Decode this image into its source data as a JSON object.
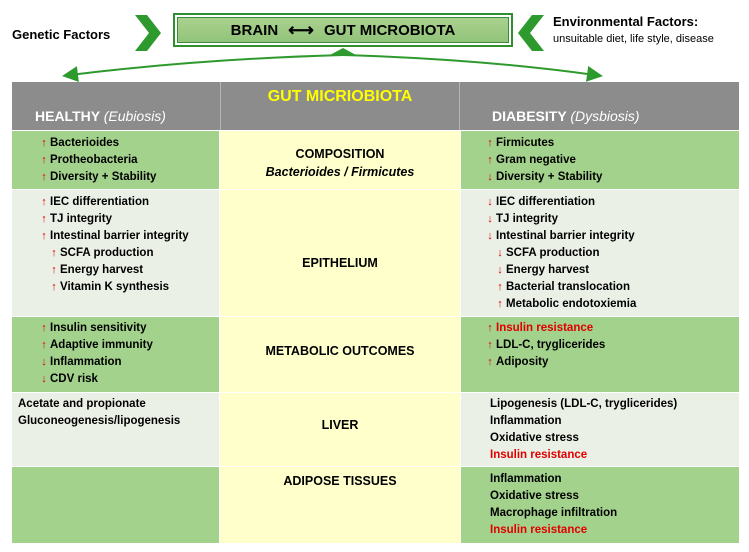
{
  "header": {
    "genetic": "Genetic Factors",
    "environmental_title": "Environmental Factors:",
    "environmental_sub": "unsuitable diet, life style, disease",
    "brain": "BRAIN",
    "gut": "GUT MICROBIOTA",
    "link_symbol": "⟷"
  },
  "table": {
    "title": "GUT MICRIOBIOTA",
    "healthy_label": "HEALTHY",
    "healthy_sub": "(Eubiosis)",
    "diabesity_label": "DIABESITY",
    "diabesity_sub": "(Dysbiosis)",
    "rows": [
      {
        "name": "COMPOSITION",
        "subtitle": "Bacterioides / Firmicutes",
        "healthy": [
          {
            "dir": "up",
            "text": "Bacterioides"
          },
          {
            "dir": "up",
            "text": "Protheobacteria"
          },
          {
            "dir": "up",
            "text": "Diversity + Stability"
          }
        ],
        "diabesity": [
          {
            "dir": "up",
            "text": "Firmicutes"
          },
          {
            "dir": "up",
            "text": "Gram negative"
          },
          {
            "dir": "down",
            "text": "Diversity + Stability"
          }
        ]
      },
      {
        "name": "EPITHELIUM",
        "healthy": [
          {
            "dir": "up",
            "text": "IEC differentiation"
          },
          {
            "dir": "up",
            "text": "TJ integrity"
          },
          {
            "dir": "up",
            "text": "Intestinal barrier integrity"
          },
          {
            "dir": "up",
            "text": "SCFA production"
          },
          {
            "dir": "up",
            "text": "Energy harvest"
          },
          {
            "dir": "up",
            "text": "Vitamin K synthesis"
          }
        ],
        "diabesity": [
          {
            "dir": "down",
            "text": "IEC differentiation"
          },
          {
            "dir": "down",
            "text": "TJ integrity"
          },
          {
            "dir": "down",
            "text": "Intestinal barrier integrity"
          },
          {
            "dir": "down",
            "text": "SCFA production"
          },
          {
            "dir": "down",
            "text": "Energy harvest"
          },
          {
            "dir": "up",
            "text": "Bacterial translocation"
          },
          {
            "dir": "up",
            "text": "Metabolic endotoxiemia"
          }
        ]
      },
      {
        "name": "METABOLIC OUTCOMES",
        "healthy": [
          {
            "dir": "up",
            "text": "Insulin sensitivity"
          },
          {
            "dir": "up",
            "text": "Adaptive immunity"
          },
          {
            "dir": "down",
            "text": "Inflammation"
          },
          {
            "dir": "down",
            "text": "CDV risk"
          }
        ],
        "diabesity": [
          {
            "dir": "up",
            "text": "Insulin resistance",
            "red": true
          },
          {
            "dir": "up",
            "text": "LDL-C, tryglicerides"
          },
          {
            "dir": "up",
            "text": "Adiposity"
          }
        ]
      },
      {
        "name": "LIVER",
        "healthy": [
          {
            "text": "Acetate and propionate"
          },
          {
            "text": "Gluconeogenesis/lipogenesis"
          }
        ],
        "diabesity": [
          {
            "text": "Lipogenesis (LDL-C, tryglicerides)"
          },
          {
            "text": "Inflammation"
          },
          {
            "text": "Oxidative stress"
          },
          {
            "text": "Insulin resistance",
            "red": true
          }
        ]
      },
      {
        "name": "ADIPOSE TISSUES",
        "healthy": [],
        "diabesity": [
          {
            "text": "Inflammation"
          },
          {
            "text": "Oxidative stress"
          },
          {
            "text": "Macrophage infiltration"
          },
          {
            "text": "Insulin resistance",
            "red": true
          }
        ]
      }
    ]
  },
  "colors": {
    "green": "#a3d28c",
    "header_gray": "#8c8c8c",
    "center_yellow": "#ffffcc",
    "title_yellow": "#ffff00",
    "arrow_red": "#e00000"
  }
}
